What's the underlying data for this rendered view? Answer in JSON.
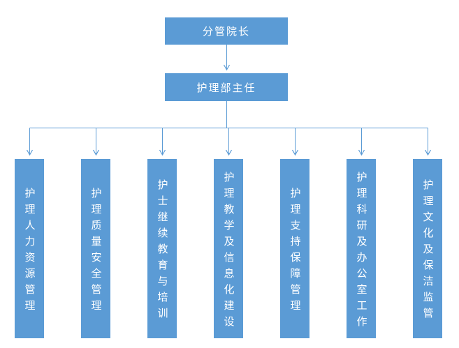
{
  "diagram": {
    "title": "nursing-department-organization-chart",
    "root": {
      "label": "分管院长"
    },
    "manager": {
      "label": "护理部主任"
    },
    "columns": [
      {
        "label": "护理人力资源管理"
      },
      {
        "label": "护理质量安全管理"
      },
      {
        "label": "护士继续教育与培训"
      },
      {
        "label": "护理教学及信息化建设"
      },
      {
        "label": "护理支持保障管理"
      },
      {
        "label": "护理科研及办公室工作"
      },
      {
        "label": "护理文化及保洁监管"
      }
    ],
    "colors": {
      "box_fill": "#5B9BD5",
      "connector": "#5B9BD5",
      "text": "#FFFFFF",
      "background": "#FFFFFF"
    }
  }
}
